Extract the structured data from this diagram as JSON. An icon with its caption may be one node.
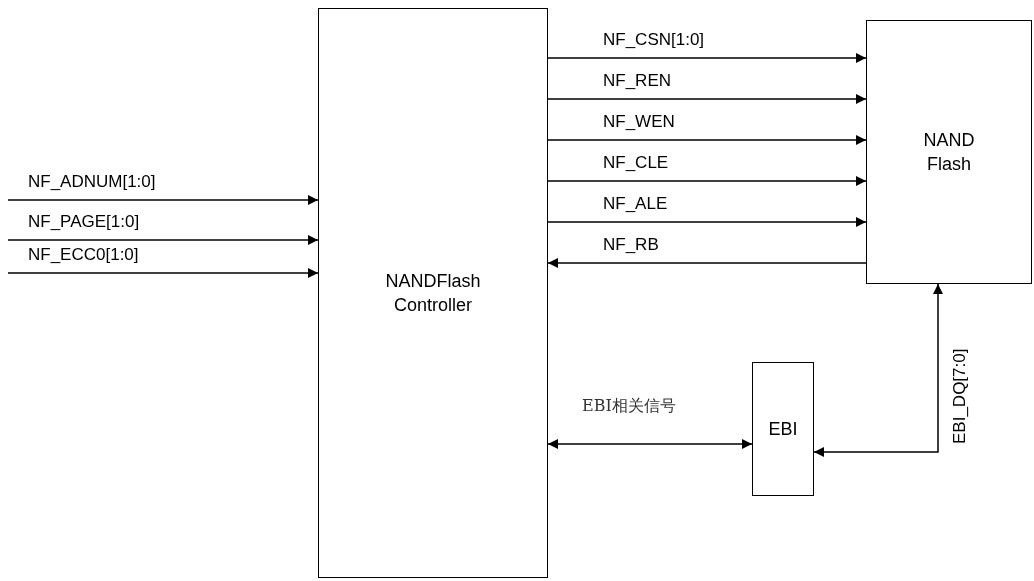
{
  "diagram": {
    "nodes": [
      {
        "text": [
          "NANDFlash Controller"
        ]
      },
      {
        "text": [
          "NAND Flash"
        ]
      },
      {
        "text": [
          "EBI"
        ]
      }
    ],
    "edges": [
      {
        "from": null,
        "to": 0,
        "arrow": "to",
        "label": "NF_ADNUM[1:0]"
      },
      {
        "from": null,
        "to": 0,
        "arrow": "to",
        "label": "NF_PAGE[1:0]"
      },
      {
        "from": null,
        "to": 0,
        "arrow": "to",
        "label": "NF_ECC0[1:0]"
      },
      {
        "from": 0,
        "to": 1,
        "arrow": "to",
        "label": "NF_CSN[1:0]"
      },
      {
        "from": 0,
        "to": 1,
        "arrow": "to",
        "label": "NF_REN"
      },
      {
        "from": 0,
        "to": 1,
        "arrow": "to",
        "label": "NF_WEN"
      },
      {
        "from": 0,
        "to": 1,
        "arrow": "to",
        "label": "NF_CLE"
      },
      {
        "from": 0,
        "to": 1,
        "arrow": "to",
        "label": "NF_ALE"
      },
      {
        "from": 1,
        "to": 0,
        "arrow": "to",
        "label": "NF_RB"
      },
      {
        "from": 0,
        "to": 2,
        "arrow": "both",
        "label": "EBI相关信号"
      },
      {
        "from": 2,
        "to": 1,
        "arrow": "both",
        "label": "EBI_DQ[7:0]"
      }
    ]
  }
}
